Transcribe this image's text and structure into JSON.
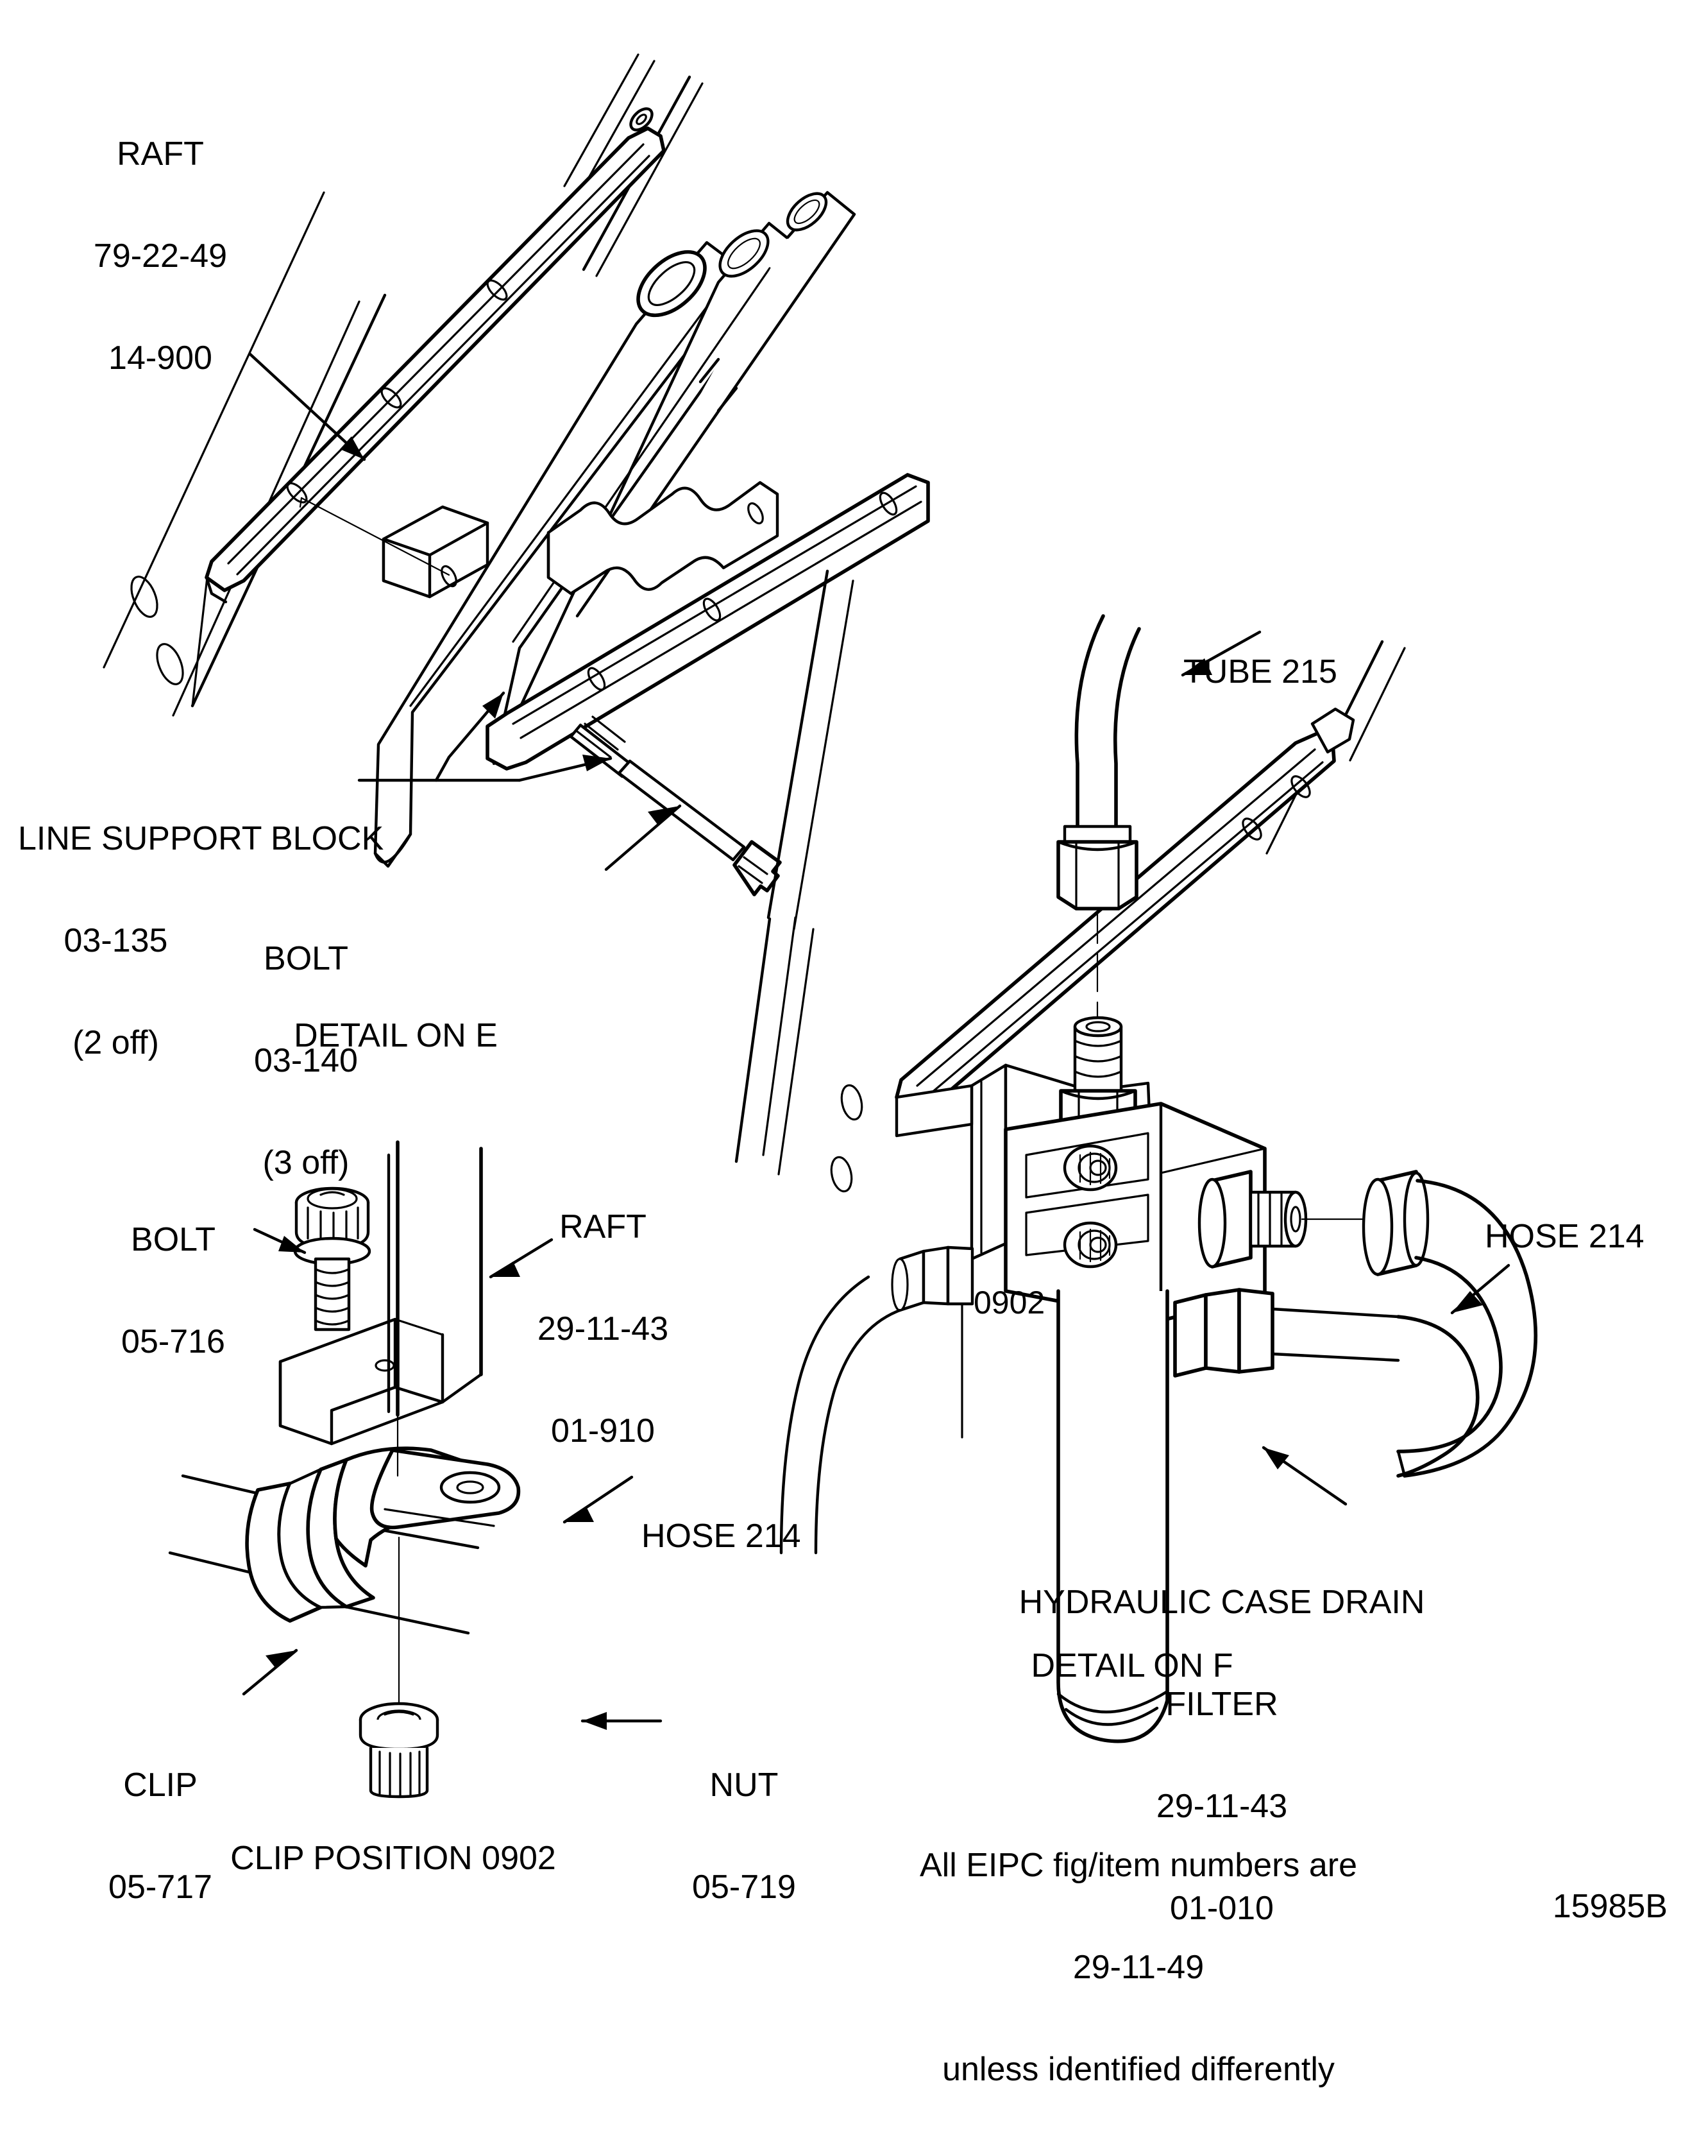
{
  "figure": {
    "number": "15985B",
    "note_line1": "All EIPC fig/item numbers are",
    "note_line2": "29-11-49",
    "note_line3": "unless identified differently"
  },
  "detail_e": {
    "caption": "DETAIL ON E",
    "callouts": [
      {
        "name": "raft",
        "line1": "RAFT",
        "line2": "79-22-49",
        "line3": "14-900"
      },
      {
        "name": "line-support-block",
        "line1": "LINE SUPPORT BLOCK",
        "line2": "03-135",
        "line3": "(2 off)"
      },
      {
        "name": "bolt",
        "line1": "BOLT",
        "line2": "03-140",
        "line3": "(3 off)"
      }
    ]
  },
  "clip_position": {
    "caption": "CLIP POSITION 0902",
    "callouts": [
      {
        "name": "bolt",
        "line1": "BOLT",
        "line2": "05-716"
      },
      {
        "name": "raft",
        "line1": "RAFT",
        "line2": "29-11-43",
        "line3": "01-910"
      },
      {
        "name": "hose",
        "line1": "HOSE 214"
      },
      {
        "name": "clip",
        "line1": "CLIP",
        "line2": "05-717"
      },
      {
        "name": "nut",
        "line1": "NUT",
        "line2": "05-719"
      }
    ]
  },
  "detail_f": {
    "caption": "DETAIL ON F",
    "callouts": [
      {
        "name": "tube",
        "line1": "TUBE 215"
      },
      {
        "name": "hose",
        "line1": "HOSE 214"
      },
      {
        "name": "clip-position",
        "line1": "0902"
      },
      {
        "name": "hydraulic-case-drain-filter",
        "line1": "HYDRAULIC CASE DRAIN",
        "line2": "FILTER",
        "line3": "29-11-43",
        "line4": "01-010"
      }
    ]
  },
  "colors": {
    "ink": "#000000",
    "paper": "#ffffff"
  }
}
